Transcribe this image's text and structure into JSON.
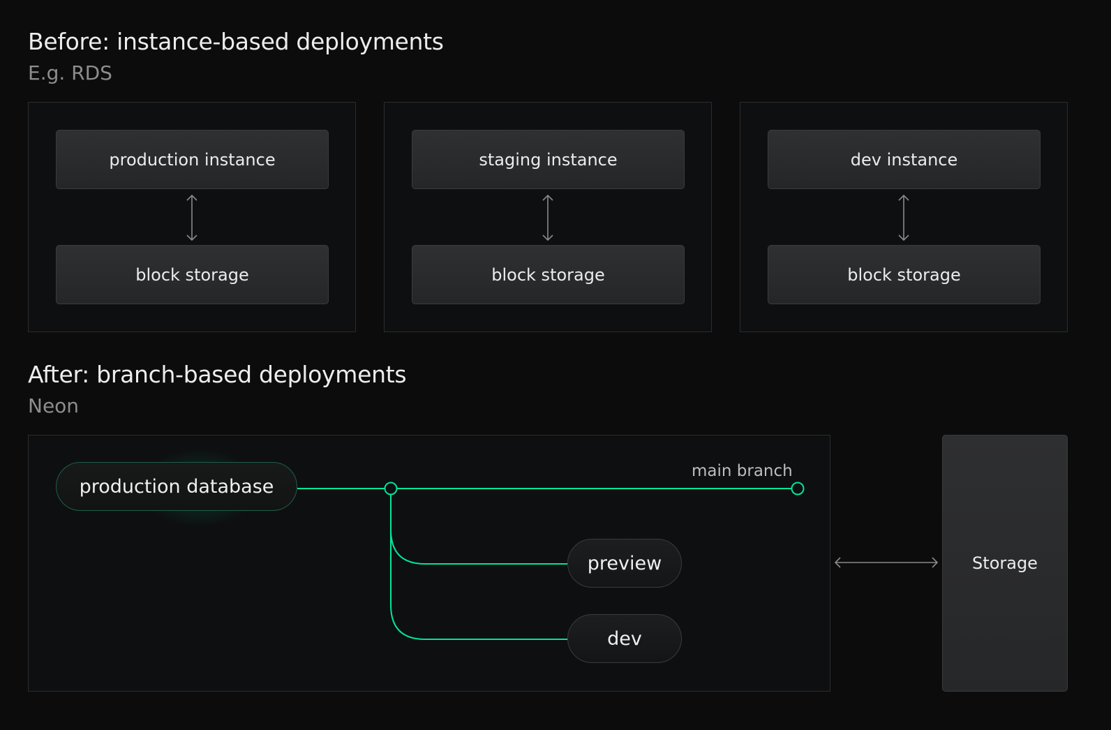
{
  "before": {
    "title": "Before: instance-based deployments",
    "subtitle": "E.g. RDS",
    "panels": [
      {
        "instance": "production instance",
        "storage": "block storage"
      },
      {
        "instance": "staging instance",
        "storage": "block storage"
      },
      {
        "instance": "dev instance",
        "storage": "block storage"
      }
    ]
  },
  "after": {
    "title": "After: branch-based deployments",
    "subtitle": "Neon",
    "root_label": "production database",
    "main_branch_label": "main branch",
    "branches": [
      {
        "label": "preview"
      },
      {
        "label": "dev"
      }
    ],
    "storage_label": "Storage"
  },
  "colors": {
    "background": "#0c0c0d",
    "accent_green": "#00e699",
    "box_fill": "#2a2b2d",
    "muted_text": "#8d8d8d"
  }
}
